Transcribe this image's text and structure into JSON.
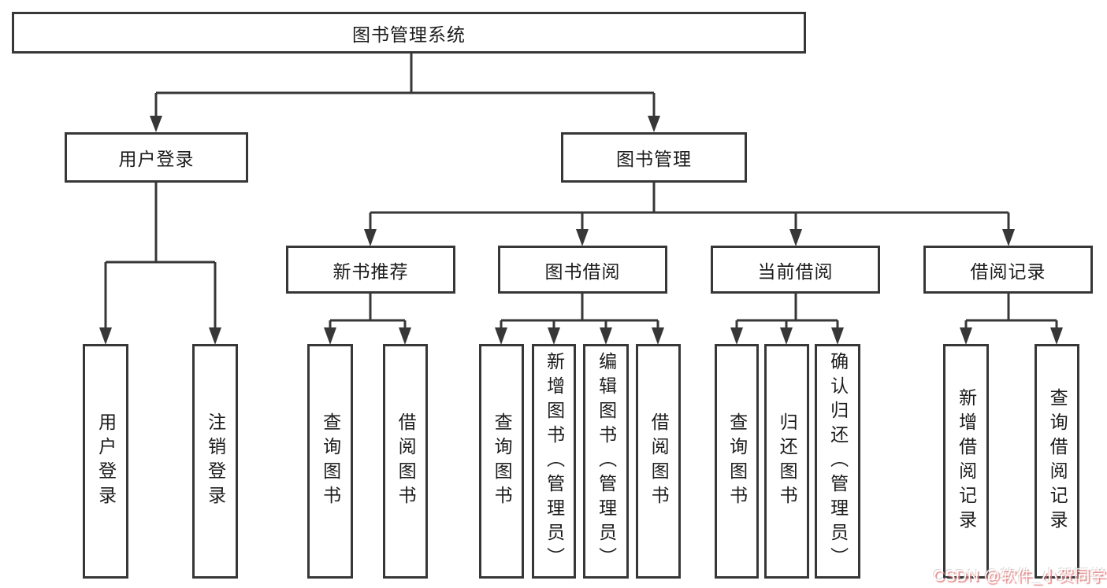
{
  "diagram_title": "图书管理系统",
  "tree": {
    "label": "图书管理系统",
    "children": [
      {
        "label": "用户登录",
        "children": [
          {
            "label": "用户登录"
          },
          {
            "label": "注销登录"
          }
        ]
      },
      {
        "label": "图书管理",
        "children": [
          {
            "label": "新书推荐",
            "children": [
              {
                "label": "查询图书"
              },
              {
                "label": "借阅图书"
              }
            ]
          },
          {
            "label": "图书借阅",
            "children": [
              {
                "label": "查询图书"
              },
              {
                "label": "新增图书（管理员）"
              },
              {
                "label": "编辑图书（管理员）"
              },
              {
                "label": "借阅图书"
              }
            ]
          },
          {
            "label": "当前借阅",
            "children": [
              {
                "label": "查询图书"
              },
              {
                "label": "归还图书"
              },
              {
                "label": "确认归还（管理员）"
              }
            ]
          },
          {
            "label": "借阅记录",
            "children": [
              {
                "label": "新增借阅记录"
              },
              {
                "label": "查询借阅记录"
              }
            ]
          }
        ]
      }
    ]
  },
  "watermark": {
    "text": "CSDN @软件_小贺同学"
  },
  "colors": {
    "line": "#373737",
    "box_border": "#373737",
    "text": "#1c1c1c",
    "background": "#ffffff",
    "watermark_fill": "#ffffff",
    "watermark_shadow": "#e97878"
  }
}
